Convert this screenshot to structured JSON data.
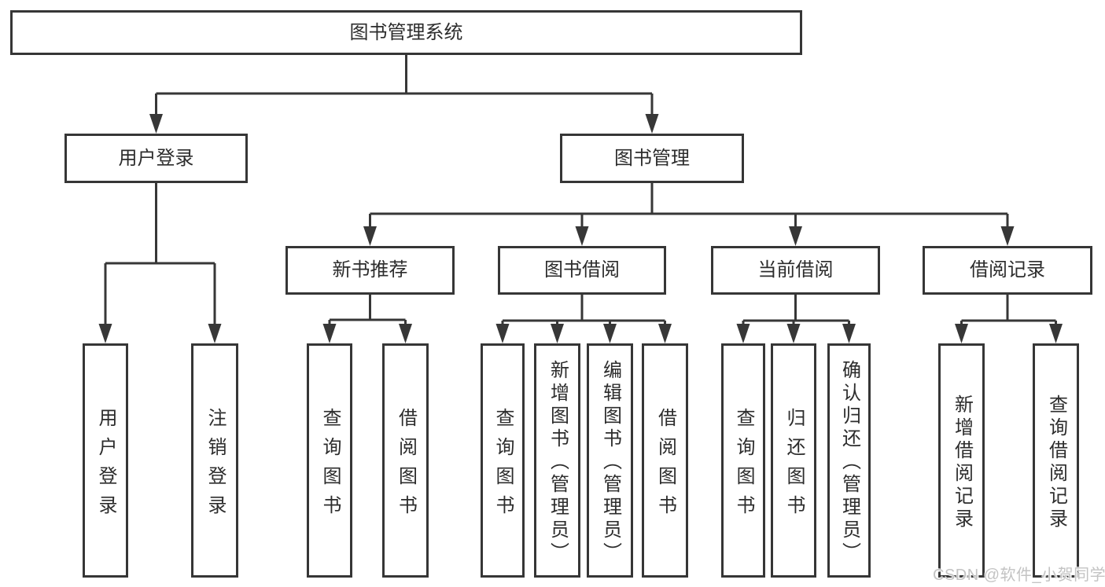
{
  "nodes": {
    "root": "图书管理系统",
    "l2": [
      "用户登录",
      "图书管理"
    ],
    "l3": [
      "新书推荐",
      "图书借阅",
      "当前借阅",
      "借阅记录"
    ],
    "leaves": [
      "用户登录",
      "注销登录",
      "查询图书",
      "借阅图书",
      "查询图书",
      "新增图书（管理员）",
      "编辑图书（管理员）",
      "借阅图书",
      "查询图书",
      "归还图书",
      "确认归还（管理员）",
      "新增借阅记录",
      "查询借阅记录"
    ]
  },
  "structure": {
    "图书管理系统": {
      "用户登录": [
        "用户登录",
        "注销登录"
      ],
      "图书管理": {
        "新书推荐": [
          "查询图书",
          "借阅图书"
        ],
        "图书借阅": [
          "查询图书",
          "新增图书（管理员）",
          "编辑图书（管理员）",
          "借阅图书"
        ],
        "当前借阅": [
          "查询图书",
          "归还图书",
          "确认归还（管理员）"
        ],
        "借阅记录": [
          "新增借阅记录",
          "查询借阅记录"
        ]
      }
    }
  },
  "watermark": {
    "text": "CSDN @软件_小贺同学"
  },
  "colors": {
    "line": "#373737",
    "box_border": "#363636",
    "box_fill": "#ffffff",
    "text": "#2c2c2c",
    "watermark": "#c3c3c3",
    "background": "#ffffff"
  }
}
